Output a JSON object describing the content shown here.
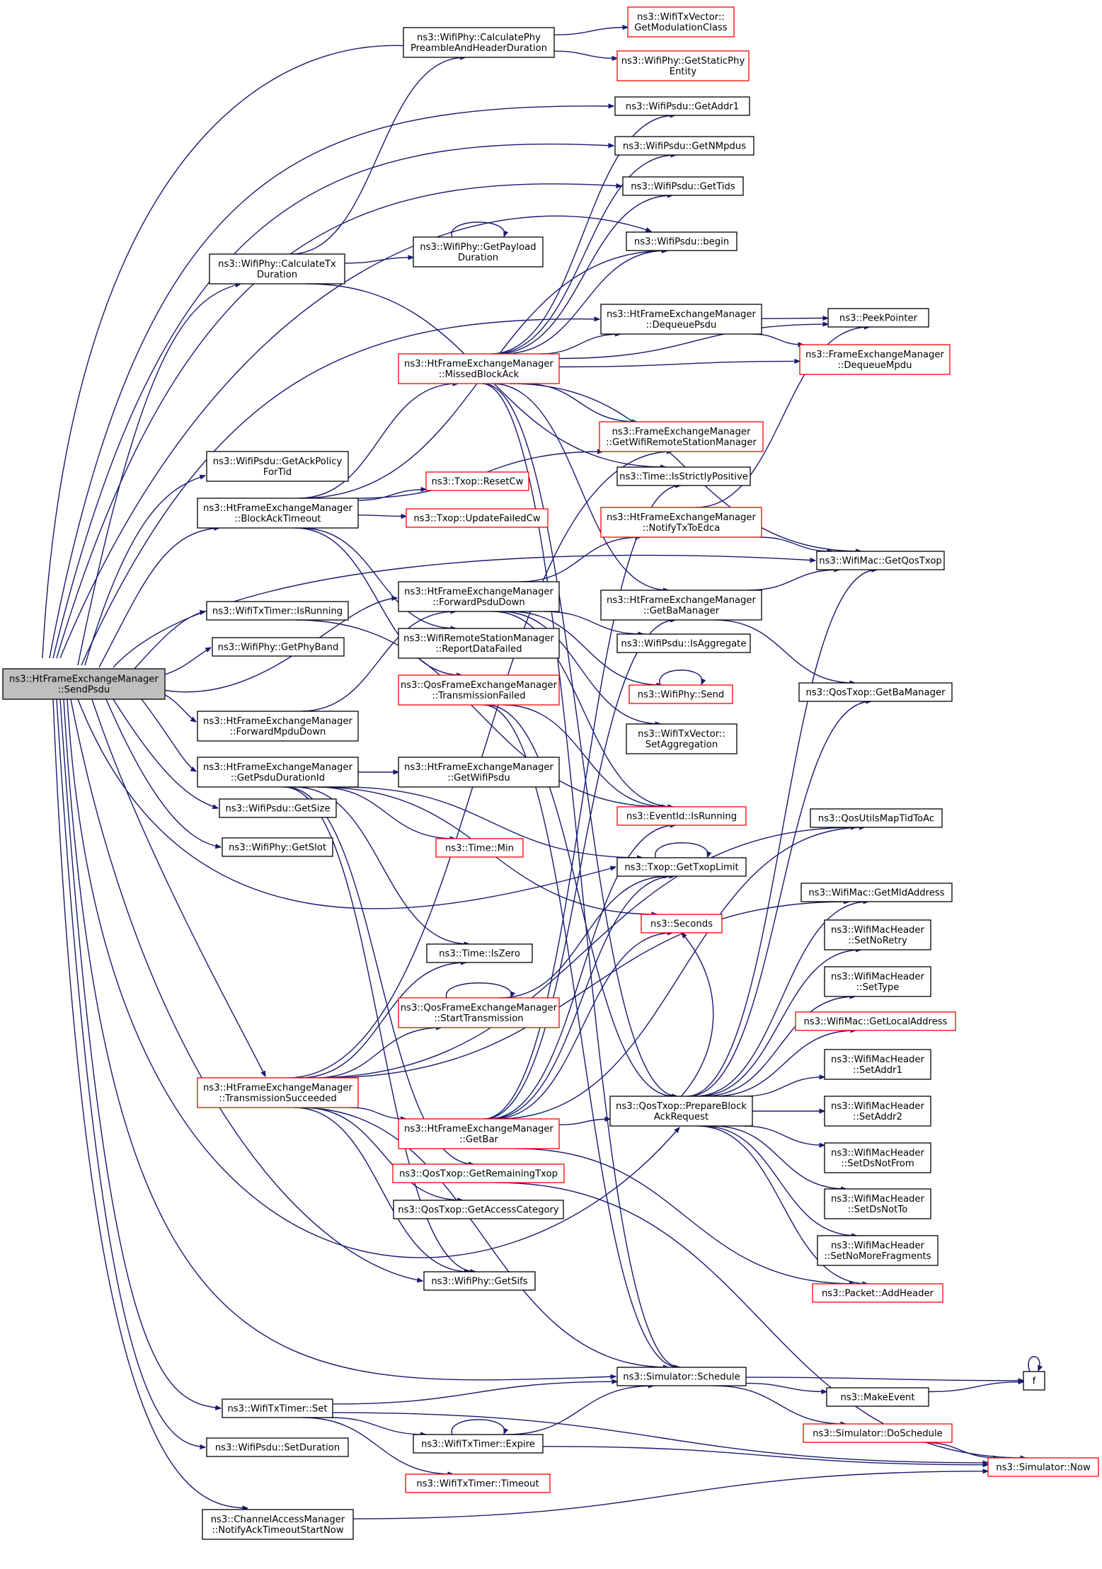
{
  "graph": {
    "colors": {
      "edge": "#191970",
      "root_fill": "#bfbfbf",
      "normal_border": "#000000",
      "truncated_border": "#ff0000"
    },
    "nodes": [
      {
        "id": "root",
        "label": [
          "ns3::HtFrameExchangeManager",
          "::SendPsdu"
        ],
        "style": "root"
      },
      {
        "id": "calcPhyPre",
        "label": [
          "ns3::WifiPhy::CalculatePhy",
          "PreambleAndHeaderDuration"
        ],
        "style": "normal"
      },
      {
        "id": "getModClass",
        "label": [
          "ns3::WifiTxVector::",
          "GetModulationClass"
        ],
        "style": "red"
      },
      {
        "id": "getStaticPhy",
        "label": [
          "ns3::WifiPhy::GetStaticPhy",
          "Entity"
        ],
        "style": "red"
      },
      {
        "id": "getAddr1",
        "label": [
          "ns3::WifiPsdu::GetAddr1"
        ],
        "style": "normal"
      },
      {
        "id": "getNMpdus",
        "label": [
          "ns3::WifiPsdu::GetNMpdus"
        ],
        "style": "normal"
      },
      {
        "id": "getTids",
        "label": [
          "ns3::WifiPsdu::GetTids"
        ],
        "style": "normal"
      },
      {
        "id": "psduBegin",
        "label": [
          "ns3::WifiPsdu::begin"
        ],
        "style": "normal"
      },
      {
        "id": "calcTx",
        "label": [
          "ns3::WifiPhy::CalculateTx",
          "Duration"
        ],
        "style": "normal"
      },
      {
        "id": "getPayload",
        "label": [
          "ns3::WifiPhy::GetPayload",
          "Duration"
        ],
        "style": "normal"
      },
      {
        "id": "dequeuePsdu",
        "label": [
          "ns3::HtFrameExchangeManager",
          "::DequeuePsdu"
        ],
        "style": "normal"
      },
      {
        "id": "peekPointer",
        "label": [
          "ns3::PeekPointer"
        ],
        "style": "normal"
      },
      {
        "id": "missedBA",
        "label": [
          "ns3::HtFrameExchangeManager",
          "::MissedBlockAck"
        ],
        "style": "red"
      },
      {
        "id": "dequeueMpdu",
        "label": [
          "ns3::FrameExchangeManager",
          "::DequeueMpdu"
        ],
        "style": "red"
      },
      {
        "id": "getWRSM",
        "label": [
          "ns3::FrameExchangeManager",
          "::GetWifiRemoteStationManager"
        ],
        "style": "red"
      },
      {
        "id": "getAckPolicy",
        "label": [
          "ns3::WifiPsdu::GetAckPolicy",
          "ForTid"
        ],
        "style": "normal"
      },
      {
        "id": "isStrictlyPos",
        "label": [
          "ns3::Time::IsStrictlyPositive"
        ],
        "style": "normal"
      },
      {
        "id": "blockAckTimeout",
        "label": [
          "ns3::HtFrameExchangeManager",
          "::BlockAckTimeout"
        ],
        "style": "normal"
      },
      {
        "id": "resetCw",
        "label": [
          "ns3::Txop::ResetCw"
        ],
        "style": "red"
      },
      {
        "id": "updateFailedCw",
        "label": [
          "ns3::Txop::UpdateFailedCw"
        ],
        "style": "red"
      },
      {
        "id": "notifyTxToEdca",
        "label": [
          "ns3::HtFrameExchangeManager",
          "::NotifyTxToEdca"
        ],
        "style": "red"
      },
      {
        "id": "macGetQosTxop",
        "label": [
          "ns3::WifiMac::GetQosTxop"
        ],
        "style": "normal"
      },
      {
        "id": "fwdPsduDown",
        "label": [
          "ns3::HtFrameExchangeManager",
          "::ForwardPsduDown"
        ],
        "style": "normal"
      },
      {
        "id": "getBaManager",
        "label": [
          "ns3::HtFrameExchangeManager",
          "::GetBaManager"
        ],
        "style": "normal"
      },
      {
        "id": "txTimerIsRunning",
        "label": [
          "ns3::WifiTxTimer::IsRunning"
        ],
        "style": "normal"
      },
      {
        "id": "reportDataFailed",
        "label": [
          "ns3::WifiRemoteStationManager",
          "::ReportDataFailed"
        ],
        "style": "normal"
      },
      {
        "id": "isAggregate",
        "label": [
          "ns3::WifiPsdu::IsAggregate"
        ],
        "style": "normal"
      },
      {
        "id": "getPhyBand",
        "label": [
          "ns3::WifiPhy::GetPhyBand"
        ],
        "style": "normal"
      },
      {
        "id": "transFailed",
        "label": [
          "ns3::QosFrameExchangeManager",
          "::TransmissionFailed"
        ],
        "style": "red"
      },
      {
        "id": "phySend",
        "label": [
          "ns3::WifiPhy::Send"
        ],
        "style": "red"
      },
      {
        "id": "qosGetBaManager",
        "label": [
          "ns3::QosTxop::GetBaManager"
        ],
        "style": "normal"
      },
      {
        "id": "fwdMpduDown",
        "label": [
          "ns3::HtFrameExchangeManager",
          "::ForwardMpduDown"
        ],
        "style": "normal"
      },
      {
        "id": "setAggregation",
        "label": [
          "ns3::WifiTxVector::",
          "SetAggregation"
        ],
        "style": "normal"
      },
      {
        "id": "getPsduDurId",
        "label": [
          "ns3::HtFrameExchangeManager",
          "::GetPsduDurationId"
        ],
        "style": "normal"
      },
      {
        "id": "getWifiPsdu",
        "label": [
          "ns3::HtFrameExchangeManager",
          "::GetWifiPsdu"
        ],
        "style": "normal"
      },
      {
        "id": "getSize",
        "label": [
          "ns3::WifiPsdu::GetSize"
        ],
        "style": "normal"
      },
      {
        "id": "eventIsRunning",
        "label": [
          "ns3::EventId::IsRunning"
        ],
        "style": "red"
      },
      {
        "id": "qosMapTidToAc",
        "label": [
          "ns3::QosUtilsMapTidToAc"
        ],
        "style": "normal"
      },
      {
        "id": "getSlot",
        "label": [
          "ns3::WifiPhy::GetSlot"
        ],
        "style": "normal"
      },
      {
        "id": "timeMin",
        "label": [
          "ns3::Time::Min"
        ],
        "style": "red"
      },
      {
        "id": "getTxopLimit",
        "label": [
          "ns3::Txop::GetTxopLimit"
        ],
        "style": "normal"
      },
      {
        "id": "getMldAddress",
        "label": [
          "ns3::WifiMac::GetMldAddress"
        ],
        "style": "normal"
      },
      {
        "id": "seconds",
        "label": [
          "ns3::Seconds"
        ],
        "style": "red"
      },
      {
        "id": "setNoRetry",
        "label": [
          "ns3::WifiMacHeader",
          "::SetNoRetry"
        ],
        "style": "normal"
      },
      {
        "id": "timeIsZero",
        "label": [
          "ns3::Time::IsZero"
        ],
        "style": "normal"
      },
      {
        "id": "setType",
        "label": [
          "ns3::WifiMacHeader",
          "::SetType"
        ],
        "style": "normal"
      },
      {
        "id": "startTransmission",
        "label": [
          "ns3::QosFrameExchangeManager",
          "::StartTransmission"
        ],
        "style": "red"
      },
      {
        "id": "getLocalAddress",
        "label": [
          "ns3::WifiMac::GetLocalAddress"
        ],
        "style": "red"
      },
      {
        "id": "setAddr1",
        "label": [
          "ns3::WifiMacHeader",
          "::SetAddr1"
        ],
        "style": "normal"
      },
      {
        "id": "transSucceeded",
        "label": [
          "ns3::HtFrameExchangeManager",
          "::TransmissionSucceeded"
        ],
        "style": "red"
      },
      {
        "id": "prepareBAR",
        "label": [
          "ns3::QosTxop::PrepareBlock",
          "AckRequest"
        ],
        "style": "normal"
      },
      {
        "id": "setAddr2",
        "label": [
          "ns3::WifiMacHeader",
          "::SetAddr2"
        ],
        "style": "normal"
      },
      {
        "id": "getBar",
        "label": [
          "ns3::HtFrameExchangeManager",
          "::GetBar"
        ],
        "style": "red"
      },
      {
        "id": "setDsNotFrom",
        "label": [
          "ns3::WifiMacHeader",
          "::SetDsNotFrom"
        ],
        "style": "normal"
      },
      {
        "id": "getRemainingTxop",
        "label": [
          "ns3::QosTxop::GetRemainingTxop"
        ],
        "style": "red"
      },
      {
        "id": "setDsNotTo",
        "label": [
          "ns3::WifiMacHeader",
          "::SetDsNotTo"
        ],
        "style": "normal"
      },
      {
        "id": "getAccessCategory",
        "label": [
          "ns3::QosTxop::GetAccessCategory"
        ],
        "style": "normal"
      },
      {
        "id": "setNoMoreFrag",
        "label": [
          "ns3::WifiMacHeader",
          "::SetNoMoreFragments"
        ],
        "style": "normal"
      },
      {
        "id": "getSifs",
        "label": [
          "ns3::WifiPhy::GetSifs"
        ],
        "style": "normal"
      },
      {
        "id": "addHeader",
        "label": [
          "ns3::Packet::AddHeader"
        ],
        "style": "red"
      },
      {
        "id": "schedule",
        "label": [
          "ns3::Simulator::Schedule"
        ],
        "style": "normal"
      },
      {
        "id": "f",
        "label": [
          "f"
        ],
        "style": "normal"
      },
      {
        "id": "makeEvent",
        "label": [
          "ns3::MakeEvent"
        ],
        "style": "normal"
      },
      {
        "id": "txTimerSet",
        "label": [
          "ns3::WifiTxTimer::Set"
        ],
        "style": "normal"
      },
      {
        "id": "txTimerExpire",
        "label": [
          "ns3::WifiTxTimer::Expire"
        ],
        "style": "normal"
      },
      {
        "id": "doSchedule",
        "label": [
          "ns3::Simulator::DoSchedule"
        ],
        "style": "red"
      },
      {
        "id": "setDuration",
        "label": [
          "ns3::WifiPsdu::SetDuration"
        ],
        "style": "normal"
      },
      {
        "id": "simNow",
        "label": [
          "ns3::Simulator::Now"
        ],
        "style": "red"
      },
      {
        "id": "txTimerTimeout",
        "label": [
          "ns3::WifiTxTimer::Timeout"
        ],
        "style": "red"
      },
      {
        "id": "notifyAckTimeout",
        "label": [
          "ns3::ChannelAccessManager",
          "::NotifyAckTimeoutStartNow"
        ],
        "style": "normal"
      }
    ],
    "edges": [
      [
        "root",
        "calcPhyPre"
      ],
      [
        "root",
        "getAddr1"
      ],
      [
        "root",
        "getNMpdus"
      ],
      [
        "root",
        "getTids"
      ],
      [
        "root",
        "psduBegin"
      ],
      [
        "root",
        "calcTx"
      ],
      [
        "root",
        "dequeuePsdu"
      ],
      [
        "root",
        "getAckPolicy"
      ],
      [
        "root",
        "blockAckTimeout"
      ],
      [
        "root",
        "macGetQosTxop"
      ],
      [
        "root",
        "fwdPsduDown"
      ],
      [
        "root",
        "txTimerIsRunning"
      ],
      [
        "root",
        "getPhyBand"
      ],
      [
        "root",
        "fwdMpduDown"
      ],
      [
        "root",
        "getPsduDurId"
      ],
      [
        "root",
        "getSize"
      ],
      [
        "root",
        "getSlot"
      ],
      [
        "root",
        "transSucceeded"
      ],
      [
        "root",
        "getTxopLimit"
      ],
      [
        "root",
        "getSifs"
      ],
      [
        "root",
        "prepareBAR"
      ],
      [
        "root",
        "schedule"
      ],
      [
        "root",
        "txTimerSet"
      ],
      [
        "root",
        "setDuration"
      ],
      [
        "root",
        "notifyAckTimeout"
      ],
      [
        "calcPhyPre",
        "getModClass"
      ],
      [
        "calcPhyPre",
        "getStaticPhy"
      ],
      [
        "calcTx",
        "calcPhyPre"
      ],
      [
        "calcTx",
        "getPayload"
      ],
      [
        "calcTx",
        "isStrictlyPos"
      ],
      [
        "getPayload",
        "getPayload"
      ],
      [
        "dequeuePsdu",
        "peekPointer"
      ],
      [
        "dequeuePsdu",
        "dequeueMpdu"
      ],
      [
        "missedBA",
        "getAddr1"
      ],
      [
        "missedBA",
        "getNMpdus"
      ],
      [
        "missedBA",
        "getTids"
      ],
      [
        "missedBA",
        "psduBegin"
      ],
      [
        "missedBA",
        "peekPointer"
      ],
      [
        "missedBA",
        "dequeuePsdu"
      ],
      [
        "missedBA",
        "dequeueMpdu"
      ],
      [
        "missedBA",
        "getWRSM"
      ],
      [
        "missedBA",
        "macGetQosTxop"
      ],
      [
        "missedBA",
        "getBaManager"
      ],
      [
        "missedBA",
        "prepareBAR"
      ],
      [
        "missedBA",
        "schedule"
      ],
      [
        "blockAckTimeout",
        "psduBegin"
      ],
      [
        "blockAckTimeout",
        "missedBA"
      ],
      [
        "blockAckTimeout",
        "getWRSM"
      ],
      [
        "blockAckTimeout",
        "resetCw"
      ],
      [
        "blockAckTimeout",
        "updateFailedCw"
      ],
      [
        "blockAckTimeout",
        "reportDataFailed"
      ],
      [
        "blockAckTimeout",
        "transFailed"
      ],
      [
        "notifyTxToEdca",
        "peekPointer"
      ],
      [
        "notifyTxToEdca",
        "macGetQosTxop"
      ],
      [
        "fwdPsduDown",
        "notifyTxToEdca"
      ],
      [
        "fwdPsduDown",
        "isAggregate"
      ],
      [
        "fwdPsduDown",
        "phySend"
      ],
      [
        "fwdPsduDown",
        "setAggregation"
      ],
      [
        "fwdPsduDown",
        "eventIsRunning"
      ],
      [
        "getBaManager",
        "macGetQosTxop"
      ],
      [
        "getBaManager",
        "qosGetBaManager"
      ],
      [
        "phySend",
        "phySend"
      ],
      [
        "txTimerIsRunning",
        "eventIsRunning"
      ],
      [
        "transFailed",
        "eventIsRunning"
      ],
      [
        "transFailed",
        "prepareBAR"
      ],
      [
        "transFailed",
        "schedule"
      ],
      [
        "fwdMpduDown",
        "fwdPsduDown"
      ],
      [
        "getPsduDurId",
        "getWifiPsdu"
      ],
      [
        "getPsduDurId",
        "getTxopLimit"
      ],
      [
        "getPsduDurId",
        "timeMin"
      ],
      [
        "getPsduDurId",
        "seconds"
      ],
      [
        "getPsduDurId",
        "timeIsZero"
      ],
      [
        "getPsduDurId",
        "getRemainingTxop"
      ],
      [
        "getPsduDurId",
        "getSifs"
      ],
      [
        "getTxopLimit",
        "getTxopLimit"
      ],
      [
        "startTransmission",
        "startTransmission"
      ],
      [
        "startTransmission",
        "getTxopLimit"
      ],
      [
        "transSucceeded",
        "getWRSM"
      ],
      [
        "transSucceeded",
        "timeIsZero"
      ],
      [
        "transSucceeded",
        "startTransmission"
      ],
      [
        "transSucceeded",
        "getBar"
      ],
      [
        "transSucceeded",
        "getAccessCategory"
      ],
      [
        "transSucceeded",
        "getSifs"
      ],
      [
        "transSucceeded",
        "schedule"
      ],
      [
        "transSucceeded",
        "qosMapTidToAc"
      ],
      [
        "transSucceeded",
        "getMldAddress"
      ],
      [
        "prepareBAR",
        "setNoRetry"
      ],
      [
        "prepareBAR",
        "setType"
      ],
      [
        "prepareBAR",
        "getLocalAddress"
      ],
      [
        "prepareBAR",
        "setAddr1"
      ],
      [
        "prepareBAR",
        "setAddr2"
      ],
      [
        "prepareBAR",
        "setDsNotFrom"
      ],
      [
        "prepareBAR",
        "setDsNotTo"
      ],
      [
        "prepareBAR",
        "setNoMoreFrag"
      ],
      [
        "prepareBAR",
        "addHeader"
      ],
      [
        "prepareBAR",
        "macGetQosTxop"
      ],
      [
        "prepareBAR",
        "qosGetBaManager"
      ],
      [
        "prepareBAR",
        "getMldAddress"
      ],
      [
        "prepareBAR",
        "seconds"
      ],
      [
        "getBar",
        "prepareBAR"
      ],
      [
        "getBar",
        "getBaManager"
      ],
      [
        "getBar",
        "qosMapTidToAc"
      ],
      [
        "getBar",
        "seconds"
      ],
      [
        "getBar",
        "eventIsRunning"
      ],
      [
        "getBar",
        "isStrictlyPos"
      ],
      [
        "getBar",
        "addHeader"
      ],
      [
        "getBar",
        "getTxopLimit"
      ],
      [
        "getRemainingTxop",
        "simNow"
      ],
      [
        "schedule",
        "f"
      ],
      [
        "schedule",
        "makeEvent"
      ],
      [
        "schedule",
        "doSchedule"
      ],
      [
        "makeEvent",
        "f"
      ],
      [
        "f",
        "f"
      ],
      [
        "doSchedule",
        "simNow"
      ],
      [
        "txTimerSet",
        "schedule"
      ],
      [
        "txTimerSet",
        "txTimerExpire"
      ],
      [
        "txTimerSet",
        "txTimerTimeout"
      ],
      [
        "txTimerSet",
        "simNow"
      ],
      [
        "txTimerExpire",
        "txTimerExpire"
      ],
      [
        "txTimerExpire",
        "schedule"
      ],
      [
        "txTimerExpire",
        "simNow"
      ],
      [
        "notifyAckTimeout",
        "simNow"
      ]
    ]
  }
}
